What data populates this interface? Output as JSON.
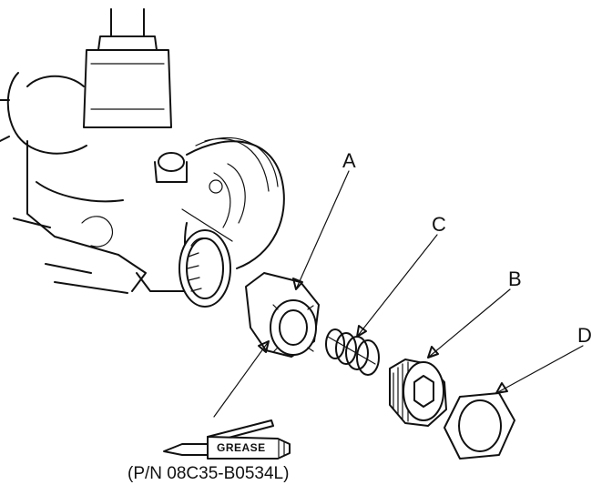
{
  "callouts": {
    "a": "A",
    "b": "B",
    "c": "C",
    "d": "D"
  },
  "grease_tube_label": "GREASE",
  "part_number": "(P/N 08C35-B0534L)"
}
